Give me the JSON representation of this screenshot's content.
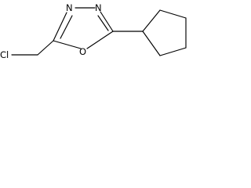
{
  "structure": {
    "atoms": {
      "chlorine": "Cl",
      "ring_oxygen": "O",
      "ring_nitrogen_left": "N",
      "ring_nitrogen_right": "N"
    },
    "colors": {
      "bond": "#000000",
      "label": "#000000",
      "background": "#ffffff"
    }
  }
}
